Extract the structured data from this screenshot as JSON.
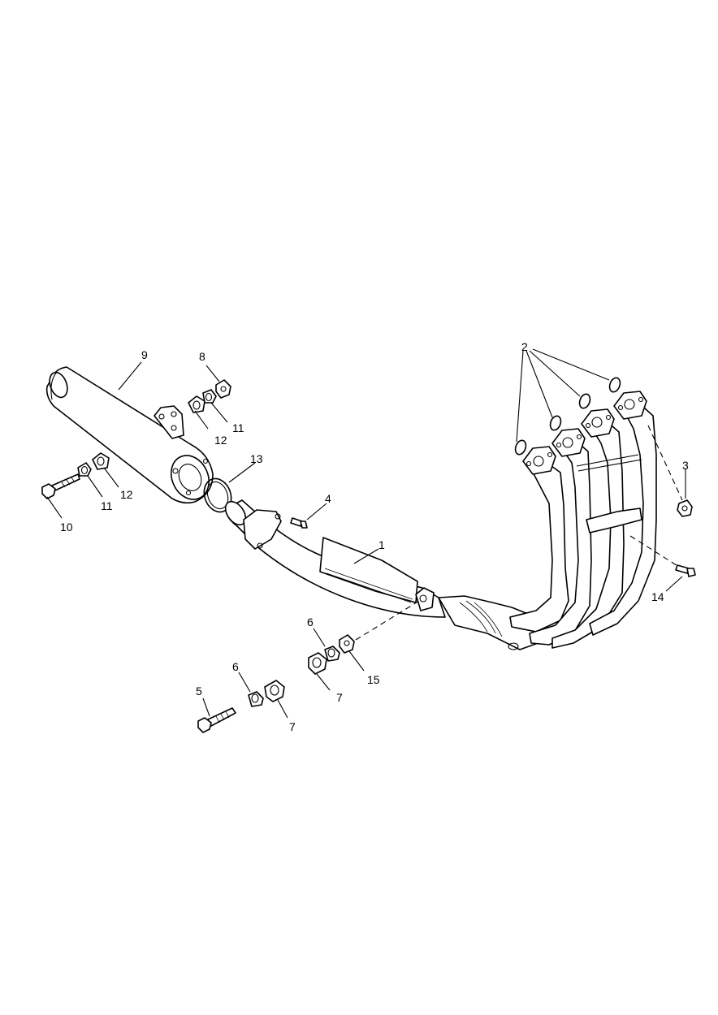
{
  "callouts": {
    "c1": "1",
    "c2": "2",
    "c3": "3",
    "c4": "4",
    "c5": "5",
    "c6a": "6",
    "c6b": "6",
    "c7a": "7",
    "c7b": "7",
    "c8": "8",
    "c9": "9",
    "c10": "10",
    "c11a": "11",
    "c11b": "11",
    "c12a": "12",
    "c12b": "12",
    "c13": "13",
    "c14": "14",
    "c15": "15"
  }
}
